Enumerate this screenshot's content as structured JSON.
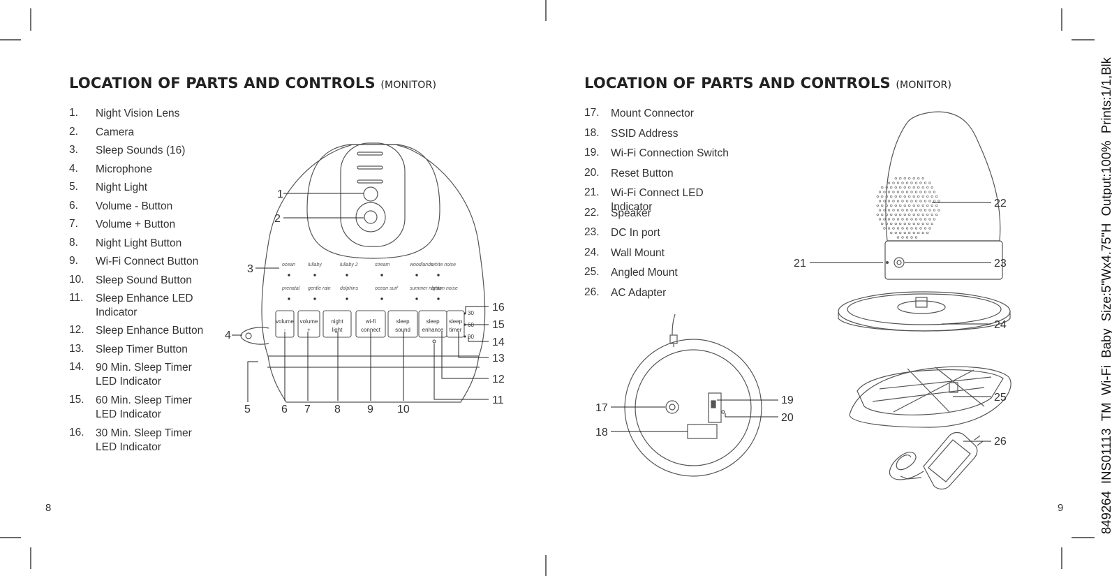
{
  "left": {
    "title": "LOCATION OF PARTS AND CONTROLS",
    "subtitle": "(MONITOR)",
    "items": [
      {
        "num": "1.",
        "text": "Night Vision Lens"
      },
      {
        "num": "2.",
        "text": "Camera"
      },
      {
        "num": "3.",
        "text": "Sleep Sounds (16)"
      },
      {
        "num": "4.",
        "text": "Microphone"
      },
      {
        "num": "5.",
        "text": "Night Light"
      },
      {
        "num": "6.",
        "text": "Volume - Button"
      },
      {
        "num": "7.",
        "text": "Volume + Button"
      },
      {
        "num": "8.",
        "text": "Night Light Button"
      },
      {
        "num": "9.",
        "text": "Wi-Fi Connect Button"
      },
      {
        "num": "10.",
        "text": "Sleep Sound Button"
      },
      {
        "num": "11.",
        "text": "Sleep Enhance LED Indicator"
      },
      {
        "num": "12.",
        "text": "Sleep Enhance Button"
      },
      {
        "num": "13.",
        "text": "Sleep Timer Button"
      },
      {
        "num": "14.",
        "text": "90 Min. Sleep Timer LED Indicator"
      },
      {
        "num": "15.",
        "text": "60 Min. Sleep Timer LED Indicator"
      },
      {
        "num": "16.",
        "text": "30 Min. Sleep Timer LED Indicator"
      }
    ],
    "page_number": "8"
  },
  "right": {
    "title": "LOCATION OF PARTS AND CONTROLS",
    "subtitle": "(MONITOR)",
    "items": [
      {
        "num": "17.",
        "text": "Mount Connector"
      },
      {
        "num": "18.",
        "text": "SSID Address"
      },
      {
        "num": "19.",
        "text": "Wi-Fi Connection Switch"
      },
      {
        "num": "20.",
        "text": "Reset Button"
      },
      {
        "num": "21.",
        "text": "Wi-Fi Connect LED Indicator"
      },
      {
        "num": "22.",
        "text": "Speaker"
      },
      {
        "num": "23.",
        "text": "DC In port"
      },
      {
        "num": "24.",
        "text": "Wall Mount"
      },
      {
        "num": "25.",
        "text": "Angled Mount"
      },
      {
        "num": "26.",
        "text": "AC Adapter"
      }
    ],
    "page_number": "9"
  },
  "print_slug": "849264_INS01113_TM_Wi-Fi_Baby_Size:5\"Wx4.75\"H_Output:100%_Prints:1/1,Blk",
  "front_diagram": {
    "sound_row1": [
      "ocean",
      "lullaby",
      "lullaby 2",
      "stream",
      "woodlands",
      "white noise"
    ],
    "sound_row2": [
      "prenatal",
      "gentle rain",
      "dolphins",
      "ocean surf",
      "summer nights",
      "brown noise"
    ],
    "buttons": [
      {
        "l1": "volume",
        "l2": "-"
      },
      {
        "l1": "volume",
        "l2": "+"
      },
      {
        "l1": "night",
        "l2": "light"
      },
      {
        "l1": "wi-fi",
        "l2": "connect"
      },
      {
        "l1": "sleep",
        "l2": "sound"
      },
      {
        "l1": "sleep",
        "l2": "enhance"
      },
      {
        "l1": "sleep",
        "l2": "timer"
      }
    ],
    "timer_marks": [
      "30",
      "60",
      "90"
    ],
    "callouts": [
      "1",
      "2",
      "3",
      "4",
      "5",
      "6",
      "7",
      "8",
      "9",
      "10",
      "11",
      "12",
      "13",
      "14",
      "15",
      "16"
    ]
  },
  "right_diagram": {
    "callouts": [
      "17",
      "18",
      "19",
      "20",
      "21",
      "22",
      "23",
      "24",
      "25",
      "26"
    ]
  }
}
